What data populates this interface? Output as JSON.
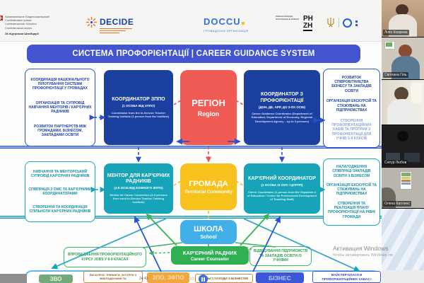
{
  "palette": {
    "title_blue": "#4254cf",
    "navy_box": "#1c409f",
    "coral_region": "#f05c55",
    "teal_box": "#18a4b8",
    "yellow_hromada": "#f8c21c",
    "lightblue_school": "#41b0e8",
    "green_counselor": "#2fb153",
    "orange_zpo": "#f0a73e",
    "blue_business": "#3c57d8"
  },
  "header": {
    "swiss": {
      "l1": "Schweizerische Eidgenossenschaft",
      "l2": "Confédération suisse",
      "l3": "Confederazione Svizzera",
      "l4": "Confederaziun svizra",
      "support": "За підтримки Швейцарії"
    },
    "decide": {
      "name": "DECIDE"
    },
    "doccu": {
      "name": "DOCCU",
      "subtitle": "ГРОМАДСЬКА ОРГАНІЗАЦІЯ"
    },
    "phzh": {
      "small": "PÄDAGOGISCHE HOCHSCHULE ZÜRICH",
      "ph": "PH",
      "zh": "ZH"
    }
  },
  "title": "СИСТЕМА ПРОФОРІЄНТАЦІЇ | CAREER GUIDANCE SYSTEM",
  "diagram": {
    "left_top": {
      "items": [
        "КООРДИНАЦІЯ НАЦІОНАЛЬНОГО ПІЛОТУВАННЯ СИСТЕМИ ПРОФОРІЄНТАЦІЇ У ГРОМАДАХ",
        "ОРГАНІЗАЦІЯ ТА СУПРОВІД НАВЧАННЯ МЕНТОРІВ / КАР'ЄРНИХ РАДНИКІВ",
        "РОЗВИТОК ПАРТНЕРСТВ МІЖ ГРОМАДАМИ, БІЗНЕСОМ, ЗАКЛАДАМИ ОСВІТИ"
      ]
    },
    "zppo": {
      "title": "КООРДИНАТОР ЗППО",
      "sub": "(1 ОСОБА ВІД ЗППО)",
      "en": "Coordinator from the In-Service Teacher Training Institute (1 person from the Institute)"
    },
    "region": {
      "title": "РЕГІОН",
      "en": "Region"
    },
    "cgc": {
      "title": "КООРДИНАТОР З ПРОФОРІЄНТАЦІЇ",
      "sub": "(ДОН, ДЕ, АРР, ДО 3-ОХ ОСІБ)",
      "en": "Career Guidance Coordinator (Department of Education, Department of Economy, Regional Development Agency – up to 3 persons)"
    },
    "right_top": {
      "items": [
        "РОЗВИТОК СПІВРОБІТНИЦТВА БІЗНЕСУ ТА ЗАКЛАДІВ ОСВІТИ",
        "ОРГАНІЗАЦІЯ ЕКСКУРСІЙ ТА СТАЖУВАНЬ НА ПІДПРИЄМСТВАХ",
        "СТВОРЕННЯ ПРОФОРІЄНТАЦІЙНИХ ХАБІВ ТА ПРОГРАМ З ПРОФОРІЄНТАЦІЇ ДЛЯ УЧНІВ 5-9 КЛАСІВ"
      ]
    },
    "left_mid": {
      "items": [
        "НАВЧАННЯ ТА МЕНТОРСЬКИЙ СУПРОВІД КАР'ЄРНИХ РАДНИКІВ",
        "СПІВПРАЦЯ З ОМС ТА КАР'ЄРНИМИ КООРДИНАТОРАМИ",
        "СТВОРЕННЯ ТА КООРДИНАЦІЯ СПІЛЬНОТИ КАР'ЄРНИХ РАДНИКІВ"
      ]
    },
    "mentor": {
      "title": "МЕНТОР ДЛЯ КАР'ЄРНИХ РАДНИКІВ",
      "sub": "(4-5 ОСІБ ВІД КОЖНОГО ЗППО)",
      "en": "Mentor for Career Counselors (4-5 persons from each In-Service Teacher Training Institute)"
    },
    "hromada": {
      "title": "ГРОМАДА",
      "en": "Territorial Community"
    },
    "career_coordinator": {
      "title": "КАР'ЄРНИЙ КООРДИНАТОР",
      "sub": "(1 ОСОБА ІЗ ОУО / ЦПРПП)",
      "en": "Career Coordinator (1 person from the Department of Education / Center for Professional Development of Teaching Staff)"
    },
    "right_mid": {
      "items": [
        "НАЛАГОДЖЕННЯ СПІВПРАЦІ ЗАКЛАДІВ ОСВІТИ З БІЗНЕСОМ",
        "ОРГАНІЗАЦІЯ ЕКСКУРСІЙ ТА СТАЖУВАНЬ НА ПІДПРИЄМСТВАХ",
        "СТВОРЕННЯ ТА РЕАЛІЗАЦІЯ ПЛАНУ ПРОФОРІЄНТАЦІЇ НА РІВНІ ГРОМАДИ"
      ]
    },
    "school": {
      "title": "ШКОЛА",
      "en": "School"
    },
    "counselor": {
      "title": "КАР'ЄРНИЙ РАДНИК",
      "en": "Career Counselor"
    },
    "jobs_course": "ВПРОВАДЖЕННЯ ПРОФОРІЄНТАЦІЙНОГО КУРСУ JOBS У 8-9 КЛАСАХ",
    "visits": "ВІДВІДУВАННЯ ПІДПРИЄМСТВ ТА ЗАКЛАДІВ ОСВІТИ ІЗ УЧНЯМИ"
  },
  "bottom": {
    "zvo": "ЗВО",
    "excursions": "ЕКСКУРСІЇ, ТРЕНІНГИ, ЗУСТРІЧІ З ВИКЛАДАЧАМИ ТА",
    "zpo": "ЗПО, ЗФПО",
    "joint": "СПІЛЬНІ ЗАХОДИ З БІЗНЕСОМ",
    "business": "БІЗНЕС",
    "masterclass": "МАЙСТЕР-КЛАСИ В ПРОФОРІЄНТАЦІЙНИХ ХАБАХ І"
  },
  "player": {
    "time": "24:43"
  },
  "watermark": {
    "line1": "Активация Windows",
    "line2": "Чтобы активировать Windows, пе"
  },
  "participants": [
    {
      "name": "Лілія Комрева"
    },
    {
      "name": "Світлана Гіль"
    },
    {
      "name": ""
    },
    {
      "name": "Снігур Любов"
    },
    {
      "name": "Олена Каплинс"
    }
  ]
}
